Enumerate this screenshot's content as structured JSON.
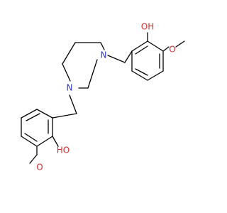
{
  "molecule": {
    "atom_labels": {
      "n_top": "N",
      "n_bottom": "N",
      "oh_top": "OH",
      "o_top": "O",
      "oh_bottom": "HO",
      "o_bottom": "O"
    },
    "colors": {
      "carbon": "#000000",
      "nitrogen": "#2f36d6",
      "oxygen": "#d32f2f",
      "background": "#ffffff"
    }
  }
}
